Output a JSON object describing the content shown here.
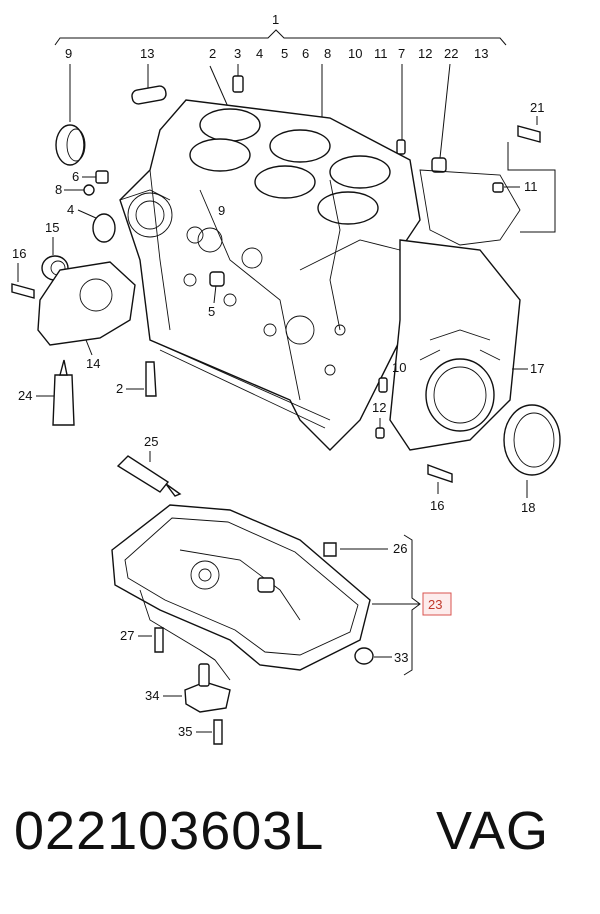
{
  "callouts": {
    "c1": "1",
    "c9": "9",
    "c13a": "13",
    "c2a": "2",
    "c3": "3",
    "c4a": "4",
    "c5a": "5",
    "c6a": "6",
    "c8a": "8",
    "c10a": "10",
    "c11a": "11",
    "c7": "7",
    "c12a": "12",
    "c22": "22",
    "c13b": "13",
    "c21": "21",
    "c6b": "6",
    "c8b": "8",
    "c11b": "11",
    "c4b": "4",
    "c9b": "9",
    "c15": "15",
    "c16a": "16",
    "c5b": "5",
    "c14": "14",
    "c24": "24",
    "c2b": "2",
    "c10b": "10",
    "c17": "17",
    "c12b": "12",
    "c16b": "16",
    "c18": "18",
    "c25": "25",
    "c26": "26",
    "c23": "23",
    "c27": "27",
    "c33": "33",
    "c34": "34",
    "c35": "35"
  },
  "highlight_color": "#d9534f",
  "footer": {
    "part_number": "022103603L",
    "brand": "VAG"
  }
}
